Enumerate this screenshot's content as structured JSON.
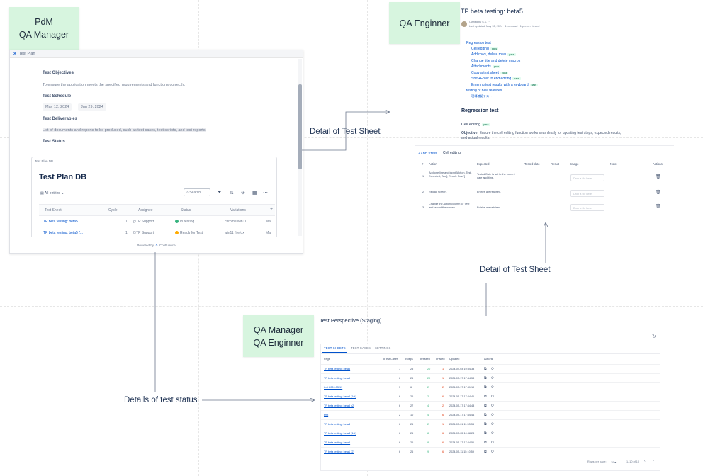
{
  "roles": {
    "pdm": "PdM",
    "qa_manager": "QA Manager",
    "qa_enginner": "QA Enginner"
  },
  "flow_labels": {
    "detail_top": "Detail of Test Sheet",
    "detail_right": "Detail of Test Sheet",
    "status": "Details of test status"
  },
  "test_plan": {
    "window_title": "Test Plan",
    "objectives_h": "Test Objectives",
    "objectives_t": "To ensure the application meets the specified requirements and functions correctly.",
    "schedule_h": "Test Schedule",
    "date_start": "May 12, 2024",
    "date_end": "Jun 29, 2024",
    "deliverables_h": "Test Deliverables",
    "deliverables_t": "List of documents and reports to be produced, such as test cases, test scripts, and test reports.",
    "status_h": "Test Status",
    "db_mini": "Test Plan DB",
    "db_title": "Test Plan DB",
    "all_entries": "All entries",
    "search": "Search",
    "columns": [
      "Test Sheet",
      "Cycle",
      "Assignee",
      "Status",
      "Variations",
      "Ma"
    ],
    "rows": [
      {
        "sheet": "TP beta testing: beta5",
        "cycle": "1",
        "assignee": "@TP Support",
        "status": "In testing",
        "variations": "chrome   win11",
        "extra": "Ma"
      },
      {
        "sheet": "TP beta testing: beta5 (...",
        "cycle": "1",
        "assignee": "@TP Support",
        "status": "Ready for Test",
        "variations": "win11   firefox",
        "extra": "Ma"
      }
    ],
    "powered": "Powered by",
    "confluence": "Confluence"
  },
  "doc": {
    "title": "TP beta testing: beta5",
    "owner": "Owned by S.K. ···",
    "updated": "Last updated: May 12, 2024 · 1 min read · 1 person viewed",
    "toc": [
      {
        "text": "Regression test",
        "tag": ""
      },
      {
        "text": "Cell editing",
        "tag": "pass"
      },
      {
        "text": "Add rows, delete rows",
        "tag": "pass"
      },
      {
        "text": "Change title and delete macros",
        "tag": ""
      },
      {
        "text": "Attachments",
        "tag": "pass"
      },
      {
        "text": "Copy a test sheet",
        "tag": "pass"
      },
      {
        "text": "Shift+Enter to end editing",
        "tag": "pass"
      },
      {
        "text": "Entering test results with a keyboard",
        "tag": "pass"
      },
      {
        "text": "testing of new features",
        "tag": ""
      },
      {
        "text": "現場確認テスト",
        "tag": ""
      }
    ],
    "section": "Regression test",
    "subsection": "Cell editing",
    "subsection_tag": "pass",
    "objective_label": "Objective:",
    "objective_text": "Ensure the cell editing function works seamlessly for updating test steps, expected results, and actual results."
  },
  "steps": {
    "add_step": "+ ADD STEP",
    "name": "Cell editing",
    "columns": [
      "#",
      "Action",
      "Expected",
      "Tested date",
      "Result",
      "Image",
      "Note",
      "Actions"
    ],
    "rows": [
      {
        "num": "1",
        "action": "Add one line and input [Action, Test, Expected, Test], Result: Pass']",
        "expected": "Tested Date is set to the current date and time.",
        "drop": "Drop a file here"
      },
      {
        "num": "2",
        "action": "Reload screen.",
        "expected": "Entries are retained.",
        "drop": "Drop a file here"
      },
      {
        "num": "3",
        "action": "Change the Action column to 'Test' and reload the screen.",
        "expected": "Entries are retained.",
        "drop": "Drop a file here"
      }
    ]
  },
  "perspective": {
    "title": "Test Perspective (Staging)",
    "tabs": [
      "TEST SHEETS",
      "TEST CASES",
      "SETTINGS"
    ],
    "columns": [
      "Page",
      "#Test Cases",
      "#Steps",
      "#Passed",
      "#Failed",
      "Updated",
      "Actions"
    ],
    "rows": [
      {
        "page": "TP beta testing: beta5",
        "cases": "7",
        "steps": "25",
        "passed": "20",
        "failed": "1",
        "updated": "2024-04-03 10:34:38"
      },
      {
        "page": "TP beta testing: beta5",
        "cases": "6",
        "steps": "26",
        "passed": "20",
        "failed": "1",
        "updated": "2024-05-17 17:44:58"
      },
      {
        "page": "test 2024.03.19",
        "cases": "3",
        "steps": "6",
        "passed": "2",
        "failed": "2",
        "updated": "2024-05-17 17:31:19"
      },
      {
        "page": "TP beta testing: beta5 (1st)",
        "cases": "6",
        "steps": "26",
        "passed": "2",
        "failed": "6",
        "updated": "2024-05-17 17:44:41"
      },
      {
        "page": "TP beta testing: beta5 v2",
        "cases": "6",
        "steps": "27",
        "passed": "4",
        "failed": "2",
        "updated": "2024-05-17 17:44:43"
      },
      {
        "page": "test",
        "cases": "2",
        "steps": "10",
        "passed": "4",
        "failed": "6",
        "updated": "2024-05-17 17:44:44"
      },
      {
        "page": "TP beta testing: beta4",
        "cases": "6",
        "steps": "26",
        "passed": "2",
        "failed": "1",
        "updated": "2024-05-01 11:53:34"
      },
      {
        "page": "TP beta testing: beta4 (1st)",
        "cases": "6",
        "steps": "26",
        "passed": "8",
        "failed": "6",
        "updated": "2024-05-05 10:38:23"
      },
      {
        "page": "TP beta testing: beta5",
        "cases": "6",
        "steps": "26",
        "passed": "8",
        "failed": "6",
        "updated": "2024-05-17 17:44:51"
      },
      {
        "page": "TP beta testing: beta1 (2)",
        "cases": "6",
        "steps": "26",
        "passed": "9",
        "failed": "6",
        "updated": "2024-05-11 15:10:59"
      }
    ],
    "rows_per_page": "Rows per page:",
    "rpp_value": "10",
    "range": "1–10 of 10"
  }
}
